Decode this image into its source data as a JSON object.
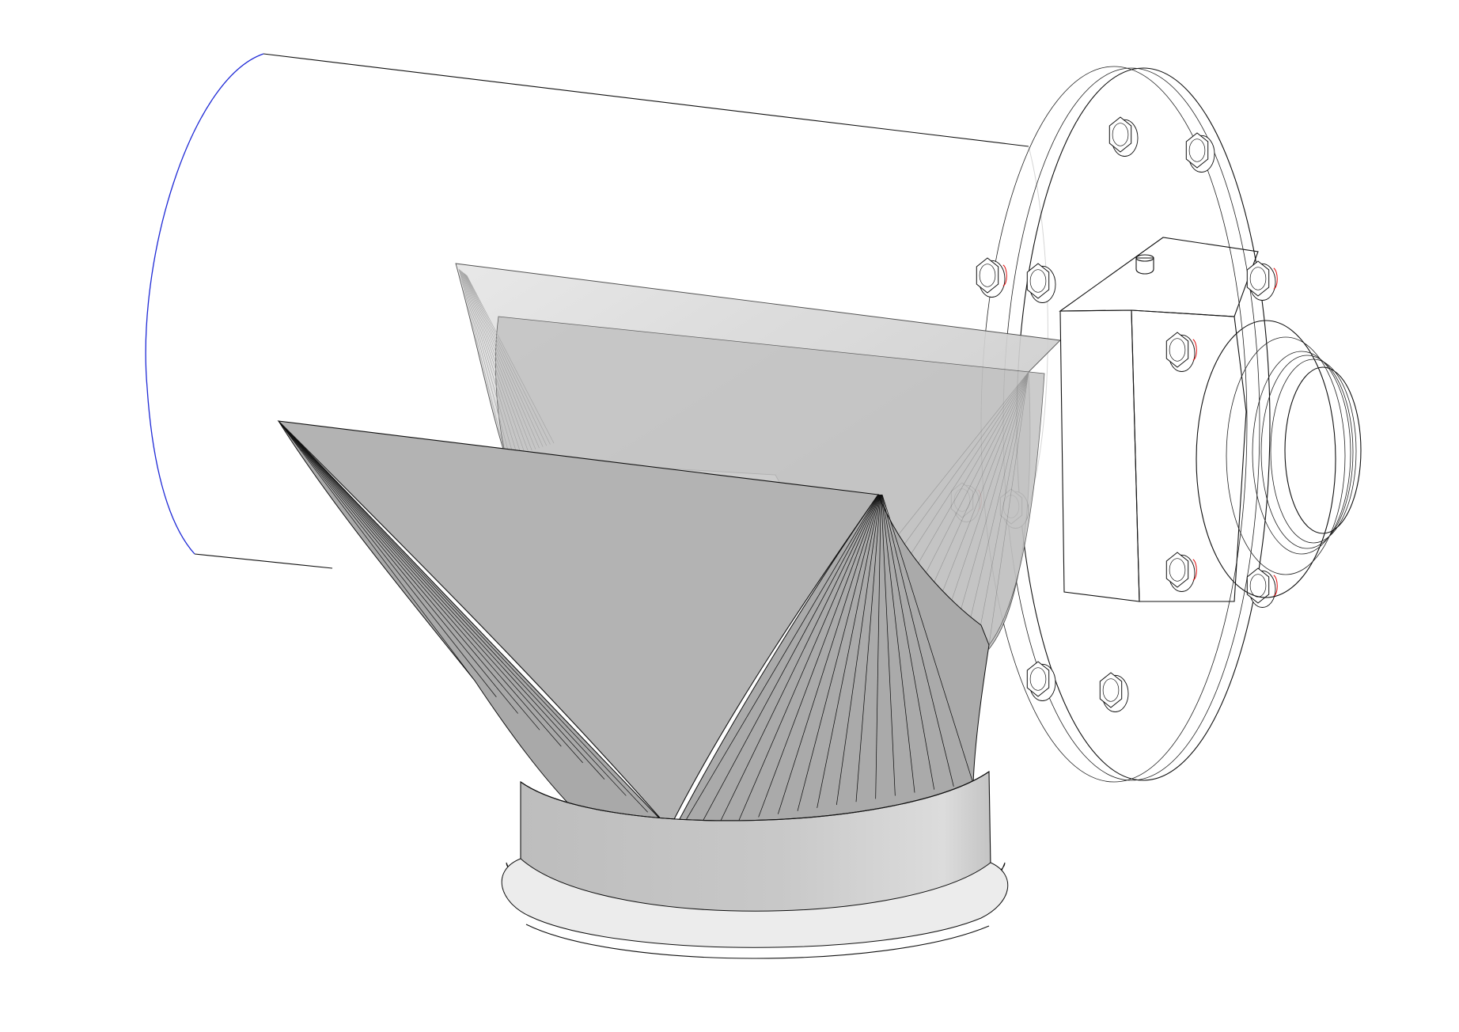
{
  "drawing": {
    "background": "#ffffff",
    "colors": {
      "edge": "#111111",
      "silhouette_highlight": "#1f2ad6",
      "hidden_edge": "#d6d6d6",
      "sheet_fill": "#b3b3b3",
      "sheet_fill_light": "#d9d9d9",
      "thread_highlight": "#e01010"
    },
    "parts": [
      {
        "name": "cylindrical-housing",
        "render": "transparent-wireframe"
      },
      {
        "name": "mounting-flange",
        "bolt_count": 8,
        "render": "wireframe"
      },
      {
        "name": "bearing-block",
        "bolt_count": 4,
        "render": "wireframe"
      },
      {
        "name": "shaft-end-cap",
        "render": "wireframe"
      },
      {
        "name": "rear-diverter-blade",
        "render": "translucent-shaded"
      },
      {
        "name": "front-diverter-blade",
        "render": "shaded"
      },
      {
        "name": "outlet-collar",
        "render": "shaded"
      }
    ]
  }
}
